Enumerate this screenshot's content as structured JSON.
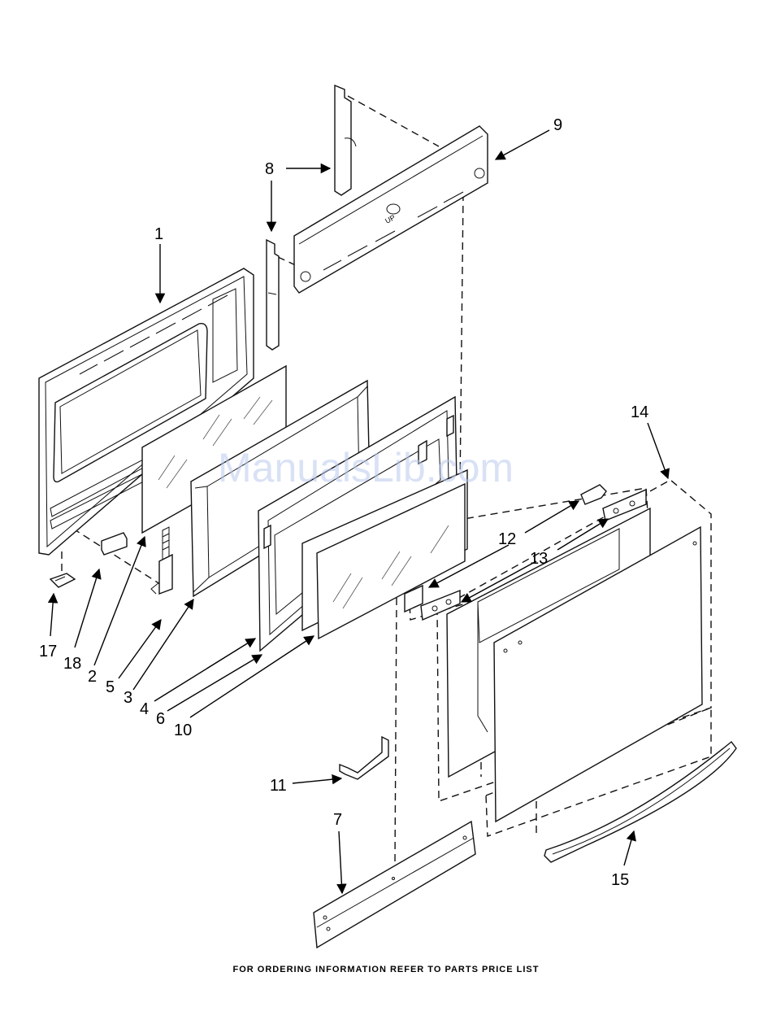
{
  "labels": {
    "p1": "1",
    "p2": "2",
    "p3": "3",
    "p4": "4",
    "p5": "5",
    "p6": "6",
    "p7": "7",
    "p8a": "8",
    "p8b": "8",
    "p9": "9",
    "p10": "10",
    "p11": "11",
    "p12": "12",
    "p13": "13",
    "p14": "14",
    "p15": "15",
    "p17": "17",
    "p18": "18"
  },
  "panel_mark": "UP",
  "watermark": "ManualsLib.com",
  "footer": "FOR ORDERING INFORMATION REFER TO PARTS PRICE LIST"
}
